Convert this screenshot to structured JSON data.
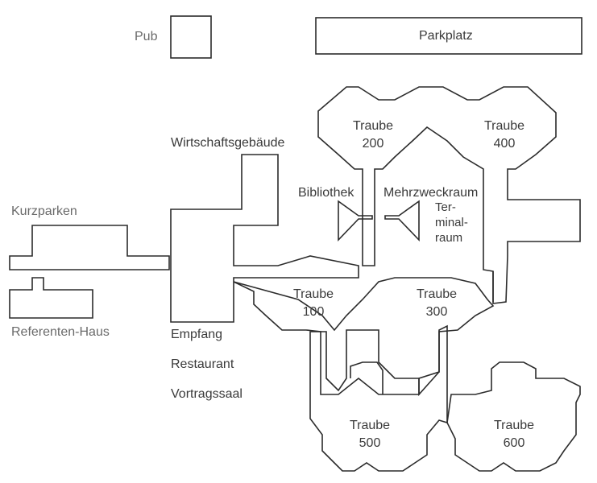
{
  "title": "",
  "labels": {
    "pub": "Pub",
    "parkplatz": "Parkplatz",
    "wirtschaftsgebaeude": "Wirtschaftsgebäude",
    "kurzparken": "Kurzparken",
    "referenten_haus": "Referenten-Haus",
    "bibliothek": "Bibliothek",
    "mehrzweckraum": "Mehrzweckraum",
    "terminalraum": [
      "Ter-",
      "minal-",
      "raum"
    ],
    "empfang": "Empfang",
    "restaurant": "Restaurant",
    "vortragssaal": "Vortragssaal"
  },
  "clusters": [
    {
      "name": "Traube",
      "number": "200"
    },
    {
      "name": "Traube",
      "number": "400"
    },
    {
      "name": "Traube",
      "number": "100"
    },
    {
      "name": "Traube",
      "number": "300"
    },
    {
      "name": "Traube",
      "number": "500"
    },
    {
      "name": "Traube",
      "number": "600"
    }
  ],
  "colors": {
    "line": "#2b2b2b",
    "text": "#3a3a3a",
    "text_dim": "#6a6a6a"
  }
}
